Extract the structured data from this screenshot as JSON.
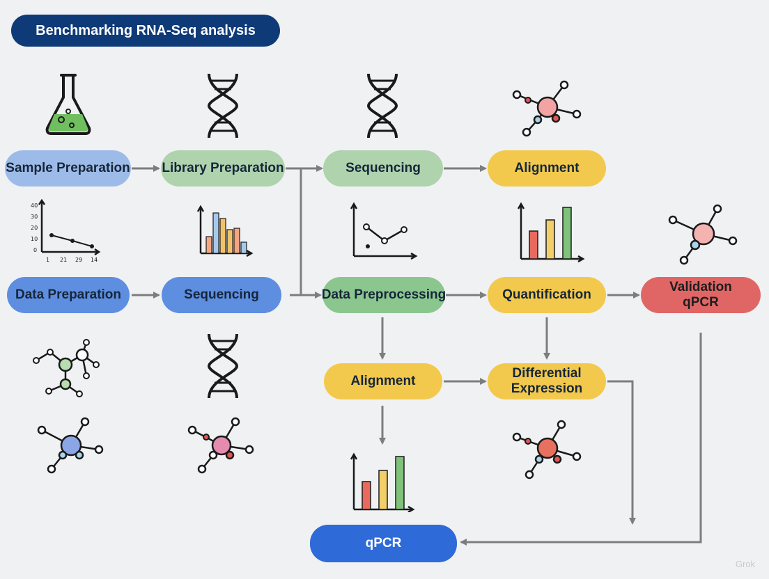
{
  "title": "Benchmarking RNA-Seq analysis",
  "nodes": {
    "sample_prep": "Sample Preparation",
    "library_prep": "Library Preparation",
    "sequencing_top": "Sequencing",
    "alignment_top": "Alignment",
    "data_prep": "Data Preparation",
    "sequencing_mid": "Sequencing",
    "data_preprocessing": "Data Preprocessing",
    "quantification": "Quantification",
    "validation_line1": "Validation",
    "validation_line2": "qPCR",
    "alignment_low": "Alignment",
    "diff_expr_line1": "Differential",
    "diff_expr_line2": "Expression",
    "qpcr": "qPCR"
  },
  "mini_line_chart": {
    "y_ticks": [
      "40",
      "30",
      "20",
      "10",
      "0"
    ],
    "x_ticks": [
      "1",
      "21",
      "29",
      "14"
    ],
    "values": [
      15,
      10,
      5
    ]
  },
  "icons": [
    "flask-icon",
    "dna-icon",
    "network-icon",
    "line-chart-icon",
    "bar-chart-icon",
    "scatter-chart-icon",
    "molecule-icon"
  ],
  "colors": {
    "title_bg": "#0f3a78",
    "blue": "#5e8ee0",
    "blue_light": "#9dbbe8",
    "blue_strong": "#2e6bd8",
    "green": "#aed3ad",
    "yellow": "#f2c94c",
    "red": "#e06666",
    "arrow": "#808080"
  },
  "watermark": "Grok"
}
